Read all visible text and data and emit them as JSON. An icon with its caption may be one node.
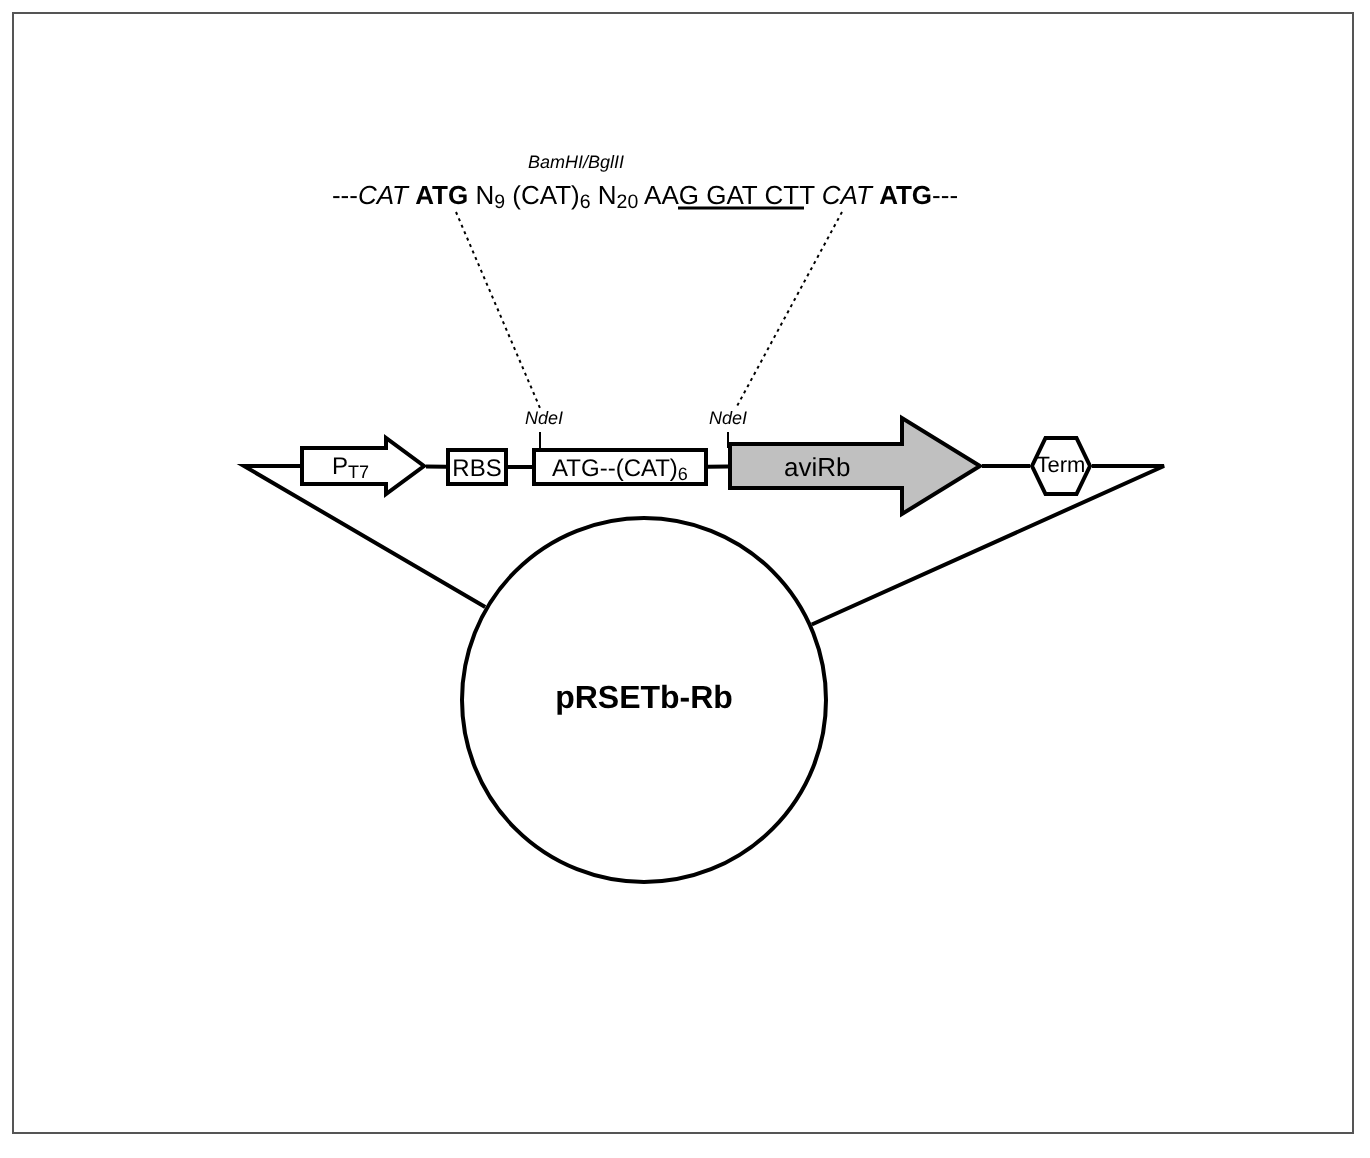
{
  "diagram": {
    "nodes": [
      {
        "text": [
          "---*CAT* **ATG** N$_{9}$ (CAT)$_{6}$ N$_{20}$ AAG GAT CTT *CAT* **ATG**---"
        ]
      },
      {
        "text": [
          "NdeI"
        ]
      },
      {
        "text": [
          "NdeI"
        ]
      },
      {
        "text": [
          "P$_{T7}$"
        ]
      },
      {
        "text": [
          "RBS"
        ]
      },
      {
        "text": [
          "ATG--(CAT)$_{6}$"
        ]
      },
      {
        "text": [
          "aviRb"
        ]
      },
      {
        "text": [
          "Term"
        ]
      },
      {
        "text": [
          "pRSETb-Rb"
        ]
      }
    ],
    "edges": [
      {
        "from": 0,
        "to": 1,
        "arrow": "none",
        "style": "dashed"
      },
      {
        "from": 0,
        "to": 2,
        "arrow": "none",
        "style": "dashed"
      },
      {
        "from": 8,
        "to": 3,
        "arrow": "none"
      },
      {
        "from": 3,
        "to": 4,
        "arrow": "none"
      },
      {
        "from": 4,
        "to": 5,
        "arrow": "none"
      },
      {
        "from": 5,
        "to": 6,
        "arrow": "none"
      },
      {
        "from": 6,
        "to": 7,
        "arrow": "none"
      },
      {
        "from": 7,
        "to": 8,
        "arrow": "none"
      }
    ],
    "labels": [
      "BamHI/BglII"
    ]
  }
}
